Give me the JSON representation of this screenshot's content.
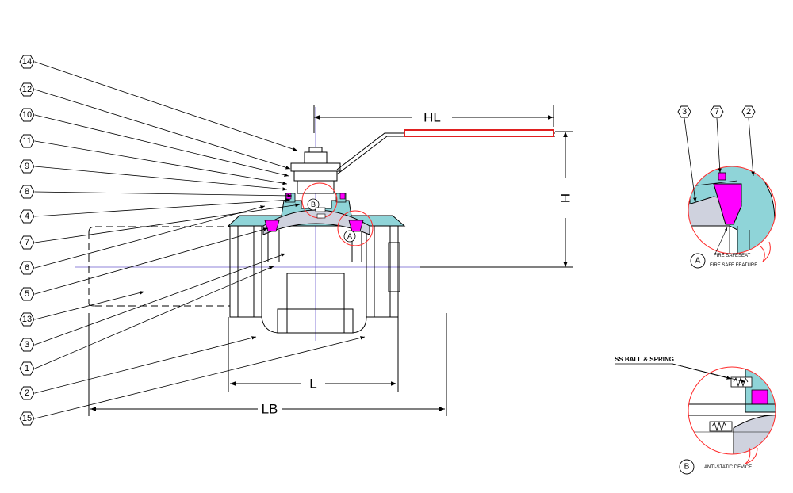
{
  "colors": {
    "body_fill": "#8fd4d8",
    "seat_fill": "#ff00ff",
    "ball_fill": "#cfd2de",
    "detail_circle": "#ff2a2a",
    "handle_grip": "#e02020",
    "line": "#000000",
    "centerline": "#6a5acd"
  },
  "balloons": [
    {
      "label": "14"
    },
    {
      "label": "12"
    },
    {
      "label": "10"
    },
    {
      "label": "11"
    },
    {
      "label": "9"
    },
    {
      "label": "8"
    },
    {
      "label": "4"
    },
    {
      "label": "7"
    },
    {
      "label": "6"
    },
    {
      "label": "5"
    },
    {
      "label": "13"
    },
    {
      "label": "3"
    },
    {
      "label": "1"
    },
    {
      "label": "2"
    },
    {
      "label": "15"
    }
  ],
  "dimensions": {
    "handle_length": "HL",
    "height": "H",
    "length": "L",
    "length_bw": "LB"
  },
  "detail_markers": {
    "a": "A",
    "b": "B"
  },
  "detail_a": {
    "balloons": [
      "3",
      "7",
      "2"
    ],
    "tag": "A",
    "note_1": "FIRE SAFESEAT",
    "note_2": "FIRE SAFE FEATURE"
  },
  "detail_b": {
    "callout": "SS BALL & SPRING",
    "tag": "B",
    "note": "ANTI-STATIC DEVICE"
  }
}
